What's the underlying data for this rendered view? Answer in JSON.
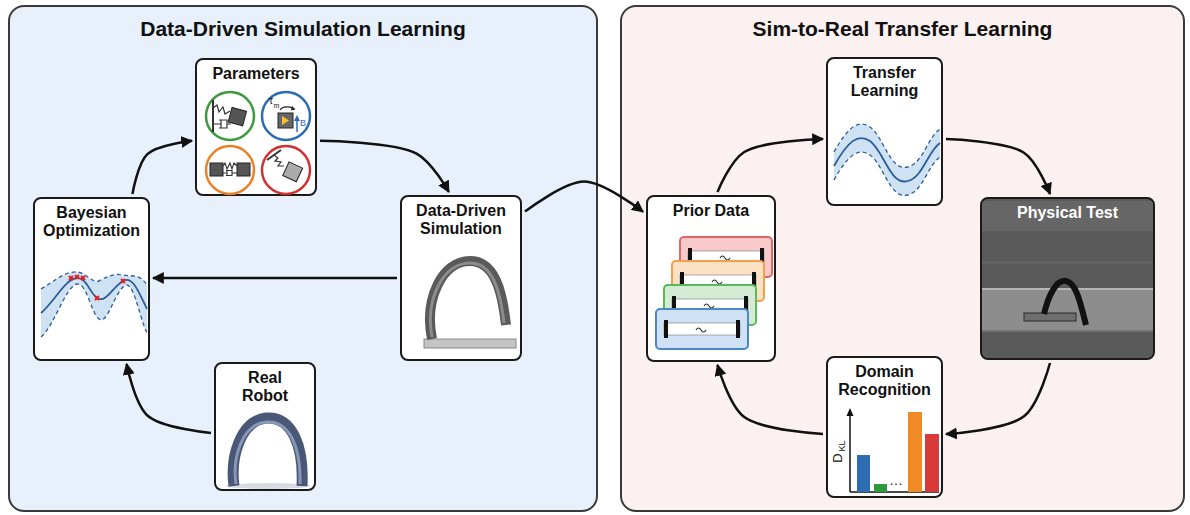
{
  "diagram": {
    "nodes": [
      {
        "text": [
          "Data-Driven Simulation Learning"
        ]
      },
      {
        "text": [
          "Parameters"
        ],
        "in": 0
      },
      {
        "text": [
          "Bayesian Optimization"
        ],
        "in": 0
      },
      {
        "text": [
          "Data-Driven Simulation"
        ],
        "in": 0
      },
      {
        "text": [
          "Real Robot"
        ],
        "in": 0
      },
      {
        "text": [
          "Sim-to-Real Transfer Learning"
        ]
      },
      {
        "text": [
          "Transfer Learning"
        ],
        "in": 5
      },
      {
        "text": [
          "Prior Data"
        ],
        "in": 5
      },
      {
        "text": [
          "Physical Test"
        ],
        "in": 5
      },
      {
        "text": [
          "Domain Recognition"
        ],
        "in": 5
      }
    ],
    "edges": [
      {
        "from": 2,
        "to": 1,
        "arrow": "to"
      },
      {
        "from": 1,
        "to": 3,
        "arrow": "to"
      },
      {
        "from": 3,
        "to": 2,
        "arrow": "to"
      },
      {
        "from": 4,
        "to": 2,
        "arrow": "to"
      },
      {
        "from": 3,
        "to": 7,
        "arrow": "to"
      },
      {
        "from": 7,
        "to": 6,
        "arrow": "to"
      },
      {
        "from": 6,
        "to": 8,
        "arrow": "to"
      },
      {
        "from": 8,
        "to": 9,
        "arrow": "to"
      },
      {
        "from": 9,
        "to": 7,
        "arrow": "to"
      }
    ],
    "labels": [
      "τ",
      "m",
      "B",
      "D",
      "KL",
      "…"
    ]
  }
}
